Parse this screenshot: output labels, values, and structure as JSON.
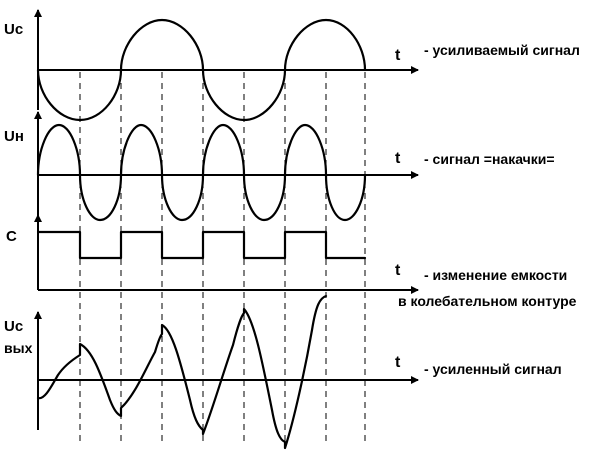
{
  "panels": [
    {
      "id": "uc",
      "symbol": "Uс",
      "sub": "",
      "time_symbol": "t",
      "description": [
        "- усиливаемый сигнал"
      ]
    },
    {
      "id": "un",
      "symbol": "Uн",
      "sub": "",
      "time_symbol": "t",
      "description": [
        "- сигнал =накачки="
      ]
    },
    {
      "id": "c",
      "symbol": "С",
      "sub": "",
      "time_symbol": "t",
      "description": [
        "- изменение емкости",
        "в колебательном контуре"
      ]
    },
    {
      "id": "ucout",
      "symbol": "Uс",
      "sub": "вых",
      "time_symbol": "t",
      "description": [
        "- усиленный сигнал"
      ]
    }
  ]
}
